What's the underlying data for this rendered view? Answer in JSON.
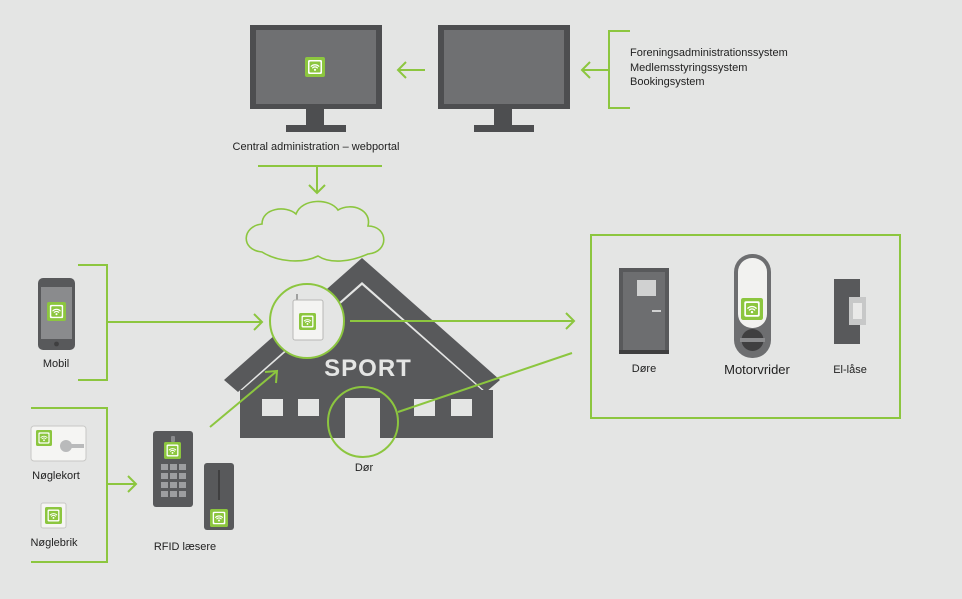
{
  "systems": [
    "Foreningsadministrationssystem",
    "Medlemsstyringssystem",
    "Bookingsystem"
  ],
  "labels": {
    "central": "Central administration – webportal",
    "mobil": "Mobil",
    "noglekort": "Nøglekort",
    "noglebrik": "Nøglebrik",
    "rfid": "RFID læsere",
    "dor": "Dør",
    "dore": "Døre",
    "motorvrider": "Motorvrider",
    "ellase": "El-låse",
    "sport": "SPORT"
  },
  "colors": {
    "background": "#e4e5e4",
    "accent": "#8cc63f",
    "dark": "#58595b",
    "device": "#6d6e70",
    "text": "#222222"
  },
  "icons": [
    "wifi-badge-icon",
    "monitor-icon",
    "cloud-icon",
    "phone-icon",
    "keycard-icon",
    "keyfob-icon",
    "keypad-reader-icon",
    "slim-reader-icon",
    "controller-icon",
    "door-icon",
    "motor-lock-icon",
    "electric-lock-icon"
  ]
}
